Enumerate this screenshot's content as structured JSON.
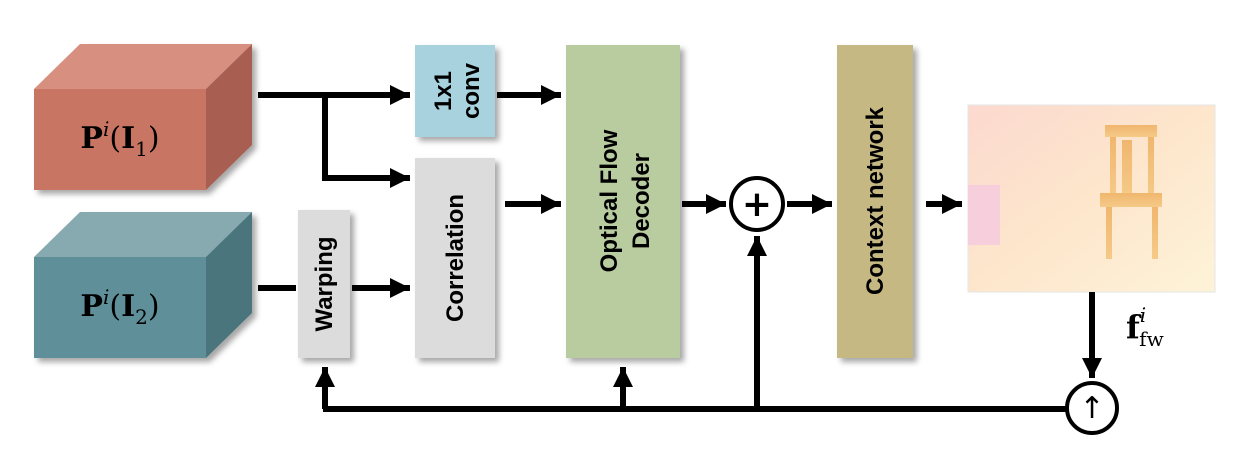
{
  "feature_pyramid_1": {
    "base": "P",
    "sup": "i",
    "arg": "I",
    "sub": "1"
  },
  "feature_pyramid_2": {
    "base": "P",
    "sup": "i",
    "arg": "I",
    "sub": "2"
  },
  "blocks": {
    "conv": "1x1\nconv",
    "correlation": "Correlation",
    "warping": "Warping",
    "decoder": "Optical Flow\nDecoder",
    "context": "Context network"
  },
  "ops": {
    "add": "+",
    "upsample": "↑"
  },
  "output": {
    "base": "f",
    "sup": "i",
    "sub": "fw"
  },
  "colors": {
    "box_red_front": "#c97463",
    "box_red_top": "#d7907f",
    "box_red_side": "#a85e51",
    "box_teal_front": "#5f8f98",
    "box_teal_top": "#87aab1",
    "box_teal_side": "#4b747c",
    "conv": "#a8d3de",
    "correlation": "#dcdcdc",
    "warping": "#dcdcdc",
    "decoder": "#b9cc9f",
    "context": "#c5b882"
  }
}
